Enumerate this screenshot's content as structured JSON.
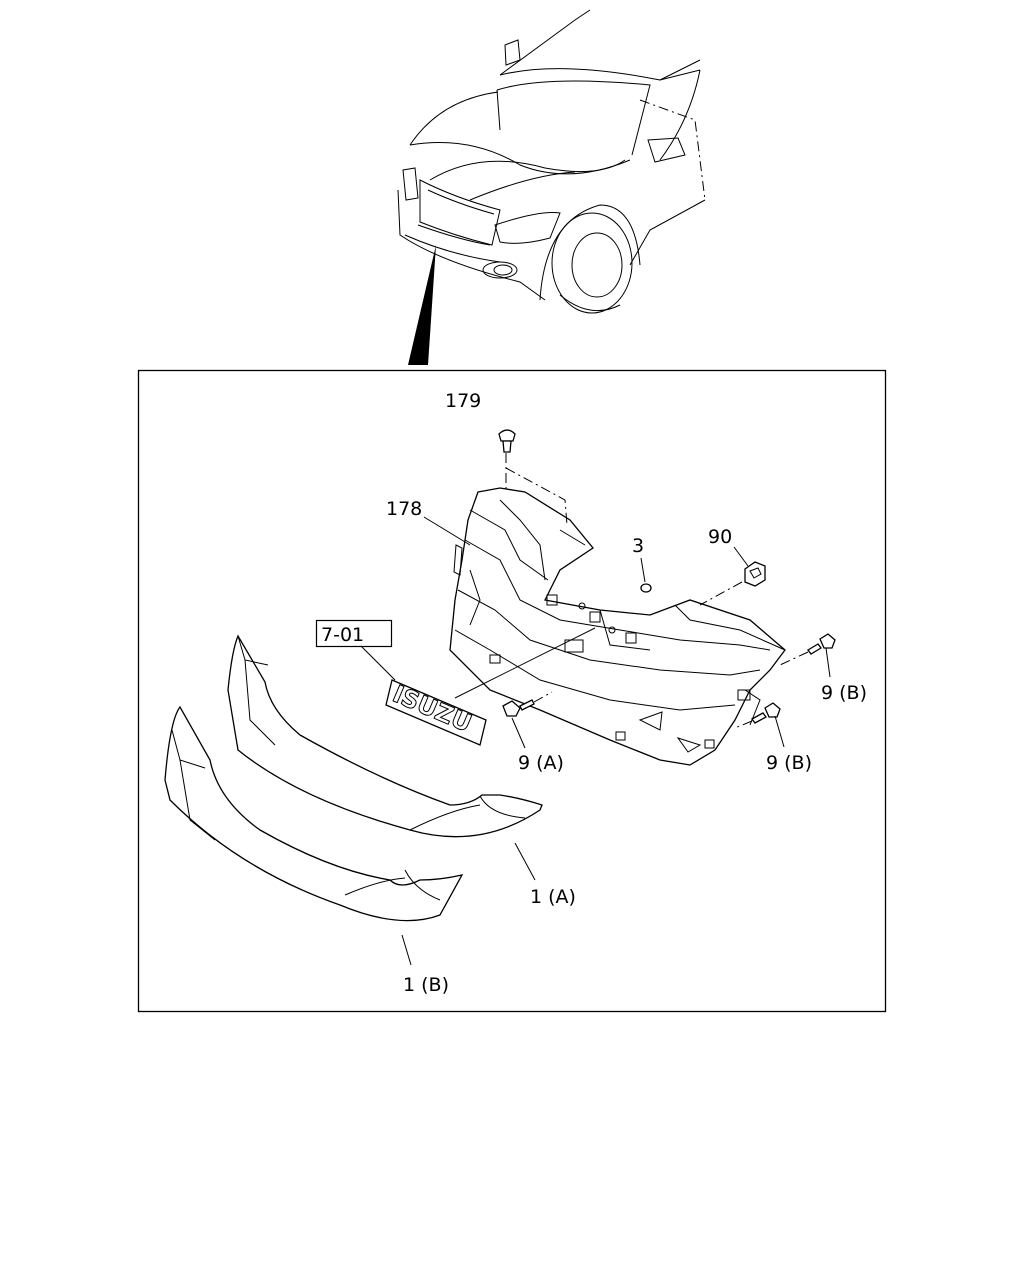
{
  "callouts": {
    "p179": "179",
    "p178": "178",
    "p3": "3",
    "p90": "90",
    "ref": "7-01",
    "p9a": "9 (A)",
    "p9b_upper": "9 (B)",
    "p9b_lower": "9 (B)",
    "p1a": "1 (A)",
    "p1b": "1 (B)"
  },
  "emblem_text": "ISUZU"
}
